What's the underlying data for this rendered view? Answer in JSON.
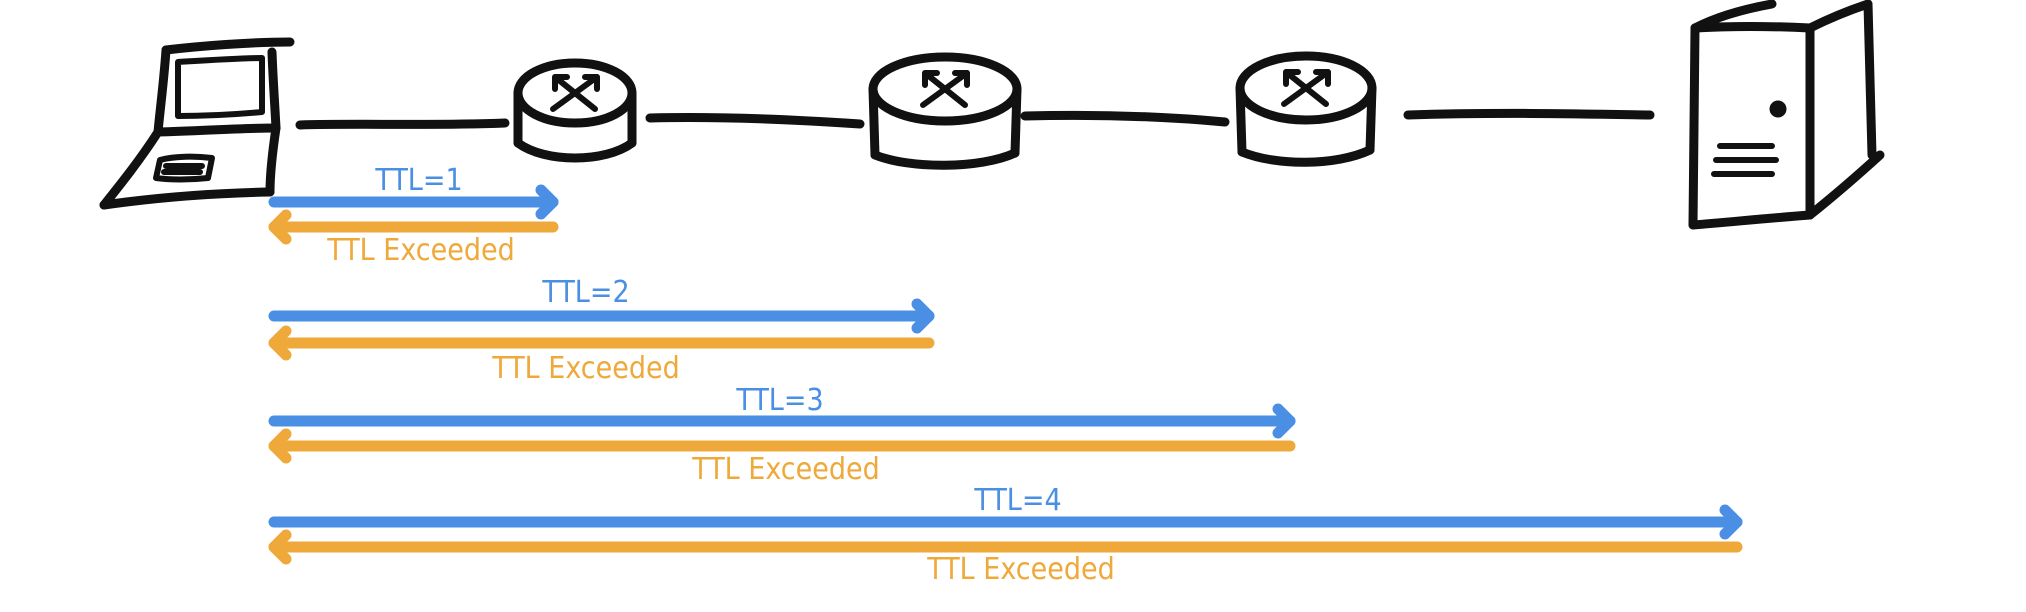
{
  "colors": {
    "request": "#4a8fe3",
    "reply": "#efa93a",
    "ink": "#111111"
  },
  "devices": [
    {
      "name": "laptop",
      "icon": "laptop-icon"
    },
    {
      "name": "router-1",
      "icon": "router-icon"
    },
    {
      "name": "router-2",
      "icon": "router-icon"
    },
    {
      "name": "router-3",
      "icon": "router-icon"
    },
    {
      "name": "server",
      "icon": "server-icon"
    }
  ],
  "probes": [
    {
      "request_label": "TTL=1",
      "reply_label": "TTL Exceeded"
    },
    {
      "request_label": "TTL=2",
      "reply_label": "TTL Exceeded"
    },
    {
      "request_label": "TTL=3",
      "reply_label": "TTL Exceeded"
    },
    {
      "request_label": "TTL=4",
      "reply_label": "TTL Exceeded"
    }
  ]
}
